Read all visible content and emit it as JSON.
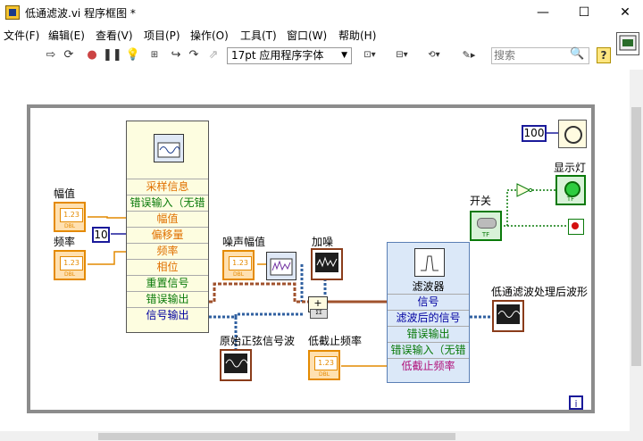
{
  "window": {
    "title": "低通滤波.vi 程序框图 *",
    "minimize": "—",
    "maximize": "☐",
    "close": "✕"
  },
  "menu": [
    "文件(F)",
    "编辑(E)",
    "查看(V)",
    "项目(P)",
    "操作(O)",
    "工具(T)",
    "窗口(W)",
    "帮助(H)"
  ],
  "toolbar": {
    "font": "17pt 应用程序字体",
    "search_placeholder": "搜索",
    "help": "?"
  },
  "diagram": {
    "amplitude_label": "幅值",
    "frequency_label": "频率",
    "dbl_text": "1.23",
    "dbl_tag": "DBL",
    "offset_const": "10",
    "wait_const": "100",
    "simulate_rows": [
      "采样信息",
      "错误输入（无错",
      "幅值",
      "偏移量",
      "频率",
      "相位",
      "重置信号",
      "错误输出",
      "信号输出"
    ],
    "noise_amp_label": "噪声幅值",
    "add_noise_label": "加噪",
    "raw_sine_label": "原始正弦信号波",
    "cutoff_label": "低截止频率",
    "filter_title": "滤波器",
    "filter_rows": [
      "信号",
      "滤波后的信号",
      "错误输出",
      "错误输入（无错",
      "低截止频率"
    ],
    "filtered_label": "低通滤波处理后波形",
    "switch_label": "开关",
    "switch_tag": "TF",
    "led_label": "显示灯",
    "led_tag": "TF",
    "info": "i"
  },
  "colors": {
    "dbl": "#e48a00",
    "bool": "#0a7a0a",
    "wave": "#8a3c1a",
    "int": "#1a1a9a"
  }
}
